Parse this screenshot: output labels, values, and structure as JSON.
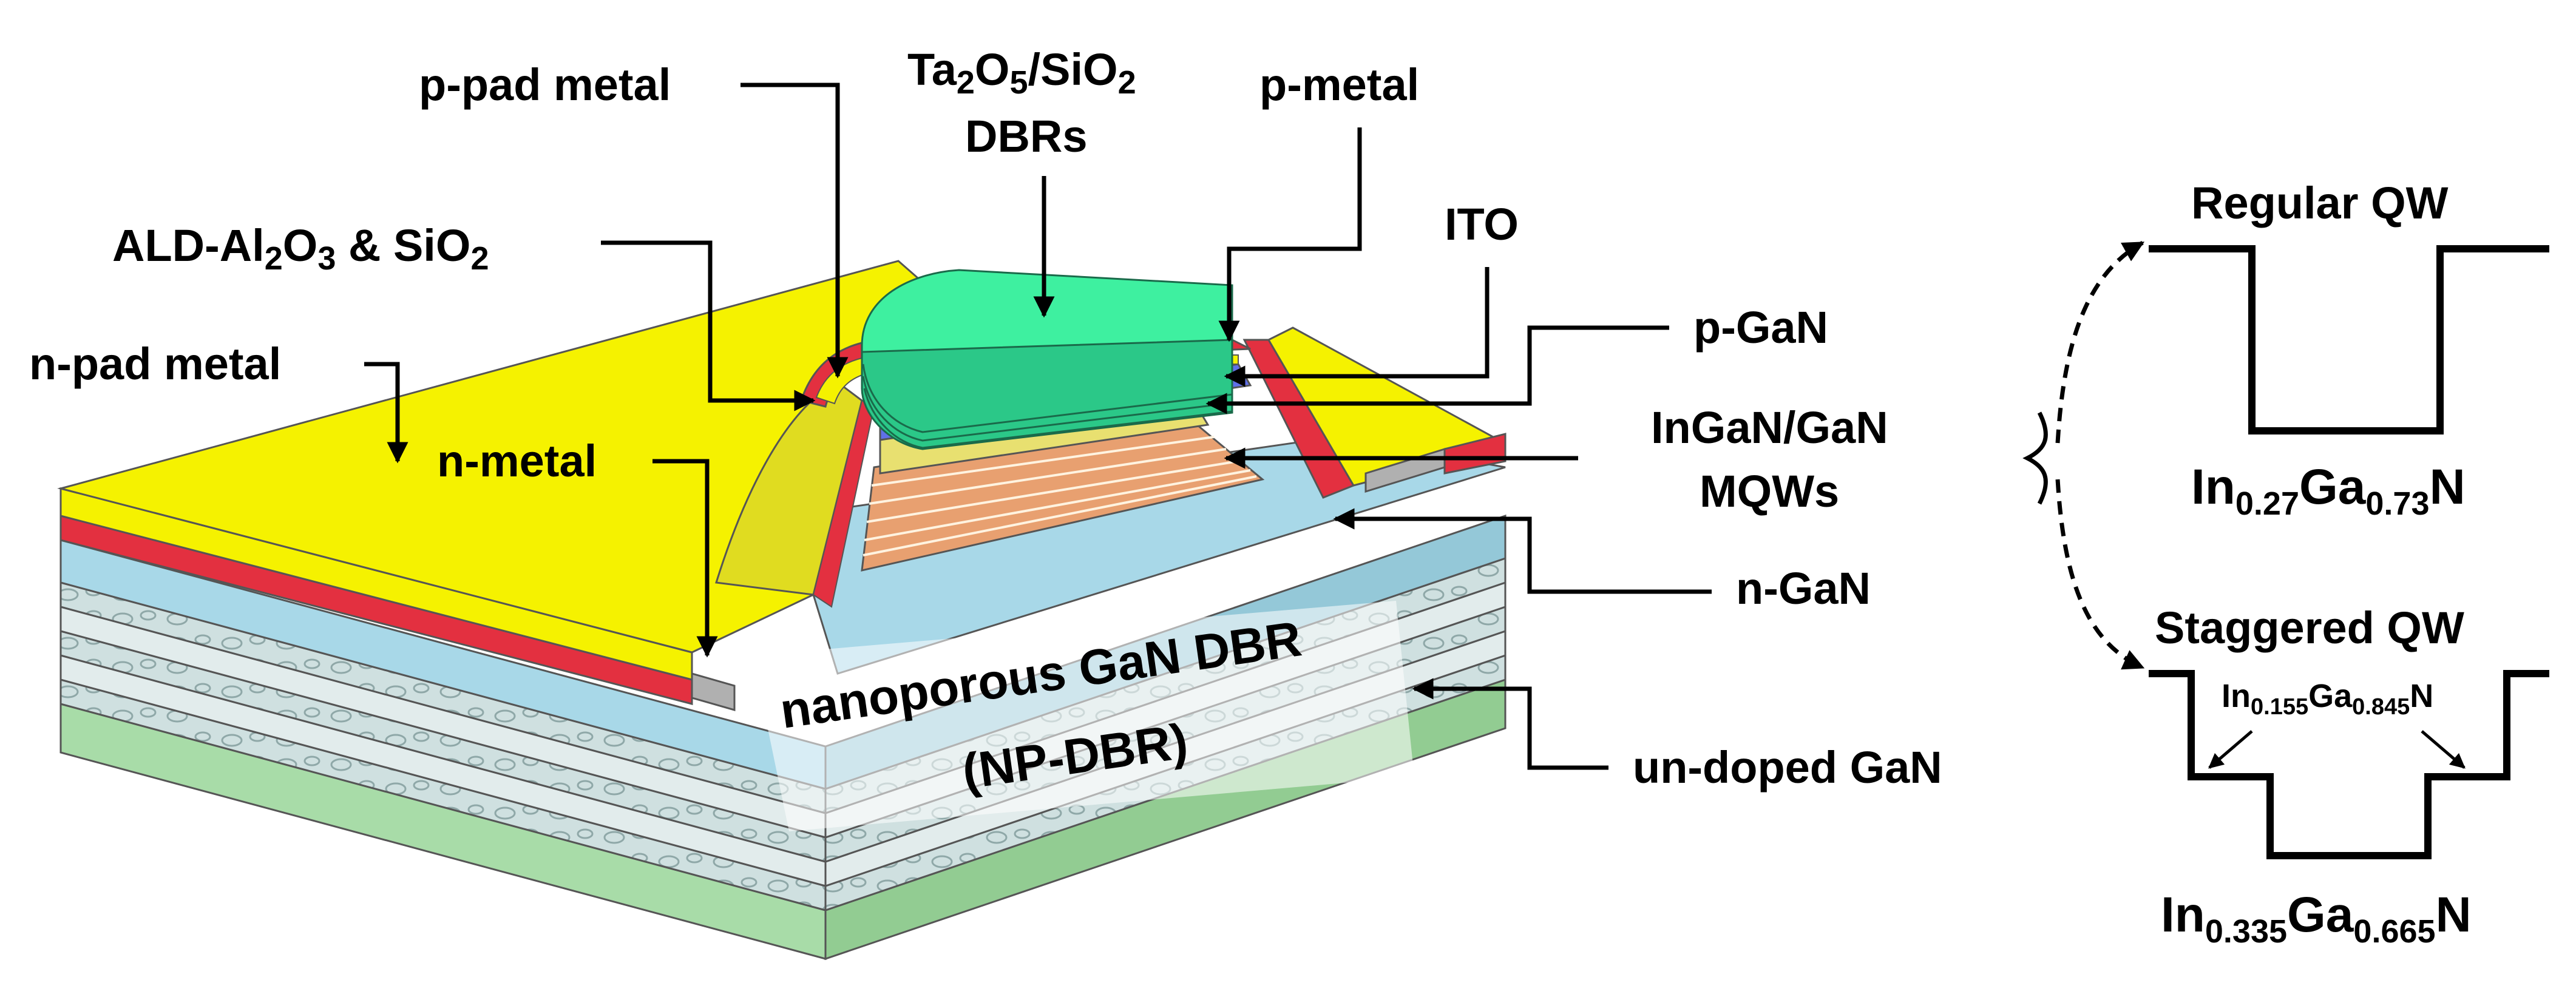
{
  "labels": {
    "p_pad_metal": "p-pad metal",
    "dbr_ta2o5": {
      "a": "Ta",
      "a_sub": "2",
      "b": "O",
      "b_sub": "5",
      "c": "/SiO",
      "c_sub": "2"
    },
    "dbrs": "DBRs",
    "p_metal": "p-metal",
    "ald_al2o3": {
      "a": "ALD-Al",
      "a_sub": "2",
      "b": "O",
      "b_sub": "3",
      "c": " & SiO",
      "c_sub": "2"
    },
    "ito": "ITO",
    "n_pad_metal": "n-pad metal",
    "p_gan": "p-GaN",
    "n_metal": "n-metal",
    "mqw_line1": "InGaN/GaN",
    "mqw_line2": "MQWs",
    "n_gan": "n-GaN",
    "np_dbr_line1": "nanoporous GaN DBR",
    "np_dbr_line2": "(NP-DBR)",
    "undoped_gan": "un-doped GaN"
  },
  "quantum_wells": {
    "regular": {
      "title": "Regular QW",
      "composition": {
        "a": "In",
        "a_sub": "0.27",
        "b": "Ga",
        "b_sub": "0.73",
        "c": "N"
      }
    },
    "staggered": {
      "title": "Staggered QW",
      "inner_composition": {
        "a": "In",
        "a_sub": "0.155",
        "b": "Ga",
        "b_sub": "0.845",
        "c": "N"
      },
      "composition": {
        "a": "In",
        "a_sub": "0.335",
        "b": "Ga",
        "b_sub": "0.665",
        "c": "N"
      }
    }
  },
  "colors": {
    "pad_metal": "#f5f200",
    "dielectric": "#e33040",
    "dbr_top": "#3ef0a0",
    "ito": "#6070e8",
    "p_gan": "#e8e070",
    "mqw": "#e8a070",
    "n_gan": "#a8d8e8",
    "np_dbr": "#c8d8d8",
    "undoped_gan": "#a8dca8"
  }
}
